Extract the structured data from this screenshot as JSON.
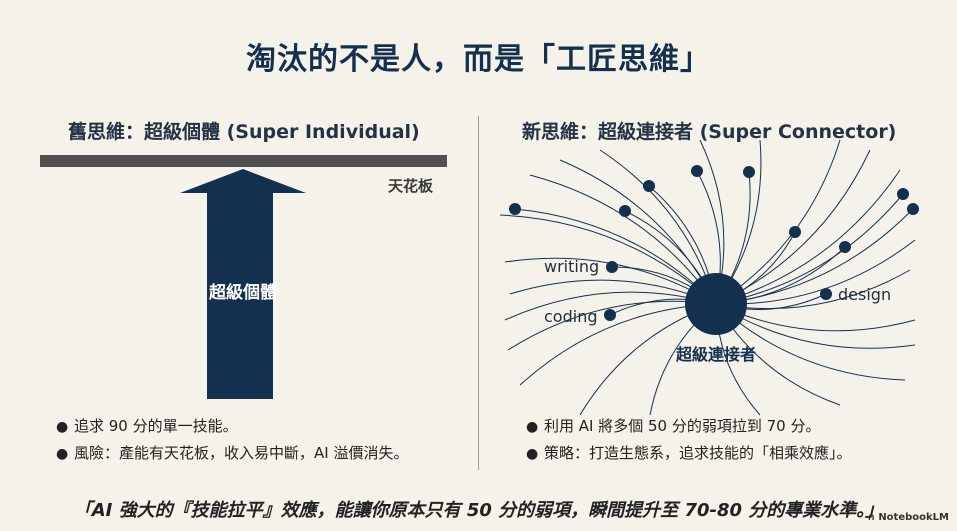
{
  "title": "淘汰的不是人，而是「工匠思維」",
  "left": {
    "heading": "舊思維：超級個體 (Super Individual)",
    "ceiling_label": "天花板",
    "arrow_label": "超級個體",
    "bullets": [
      "追求 90 分的單一技能。",
      "風險：產能有天花板，收入易中斷，AI 溢價消失。"
    ]
  },
  "right": {
    "heading": "新思維：超級連接者 (Super Connector)",
    "hub_label": "超級連接者",
    "node_labels": {
      "writing": "writing",
      "coding": "coding",
      "design": "design"
    },
    "bullets": [
      "利用 AI 將多個 50 分的弱項拉到 70 分。",
      "策略：打造生態系，追求技能的「相乘效應」。"
    ]
  },
  "quote": "「AI 強大的『技能拉平』效應，能讓你原本只有 50 分的弱項，瞬間提升至 70-80 分的專業水準。」",
  "brand": "NotebookLM",
  "colors": {
    "navy": "#14304f",
    "background": "#f5f2ea",
    "ceiling": "#505050"
  }
}
